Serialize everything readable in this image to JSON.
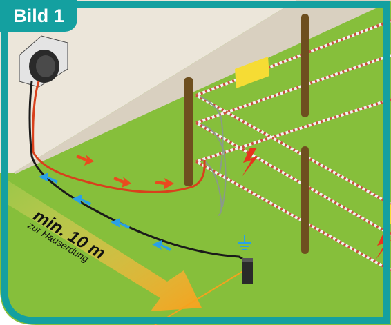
{
  "badge": {
    "label": "Bild 1"
  },
  "distance": {
    "value": "min. 10 m",
    "caption": "zur Hauserdung"
  },
  "colors": {
    "frame": "#14a0a0",
    "grass": "#86bf3b",
    "wall": "#ece6da",
    "post": "#6e4f1f",
    "sign": "#f6dc34",
    "arrow_orange": "#f5a21e",
    "fence_lead": "#d8401c",
    "ground_lead": "#1a1a1a",
    "flow_red": "#ea4a1f",
    "flow_blue": "#2aa0e6",
    "lightning": "#e8321e"
  },
  "icons": [
    "energizer-icon",
    "ground-symbol-icon",
    "lightning-icon",
    "warning-sign-icon",
    "ground-rod-icon"
  ]
}
